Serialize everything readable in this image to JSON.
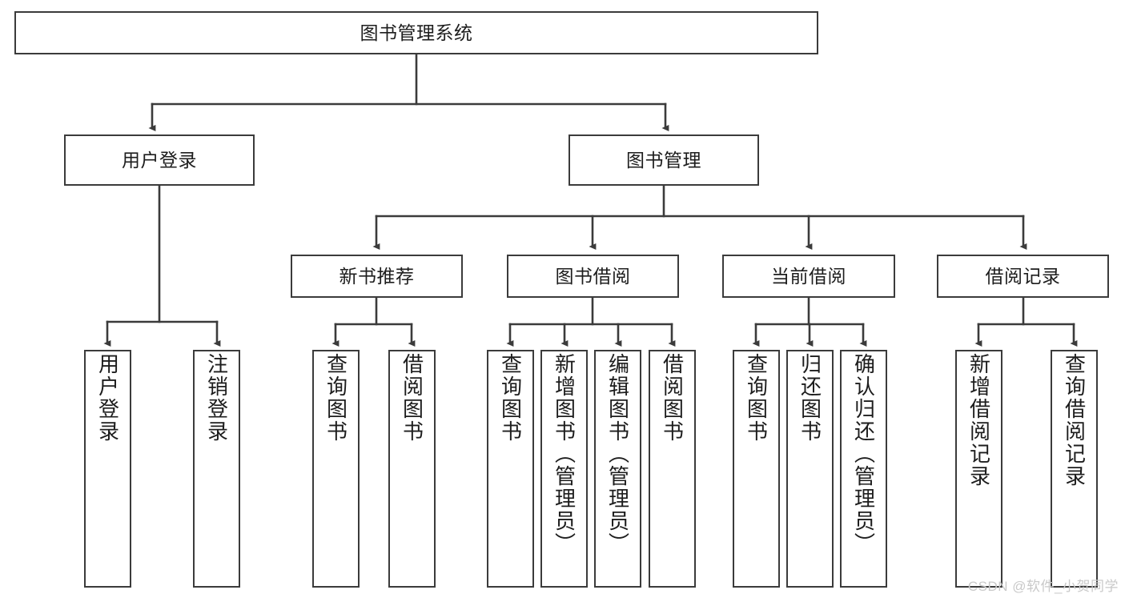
{
  "diagram": {
    "title": "图书管理系统",
    "type": "tree-hierarchy",
    "watermark": "CSDN @软件_小贺同学",
    "line_color": "#3b3b3b",
    "text_color": "#1d1d1d",
    "background": "#ffffff",
    "root": {
      "label": "图书管理系统"
    },
    "level2": [
      {
        "label": "用户登录"
      },
      {
        "label": "图书管理"
      }
    ],
    "level3": [
      {
        "label": "新书推荐"
      },
      {
        "label": "图书借阅"
      },
      {
        "label": "当前借阅"
      },
      {
        "label": "借阅记录"
      }
    ],
    "leaves": {
      "user_login": [
        {
          "label": "用户登录"
        },
        {
          "label": "注销登录"
        }
      ],
      "new_book_recommend": [
        {
          "label": "查询图书"
        },
        {
          "label": "借阅图书"
        }
      ],
      "book_borrow": [
        {
          "label": "查询图书"
        },
        {
          "label": "新增图书（管理员）"
        },
        {
          "label": "编辑图书（管理员）"
        },
        {
          "label": "借阅图书"
        }
      ],
      "current_borrow": [
        {
          "label": "查询图书"
        },
        {
          "label": "归还图书"
        },
        {
          "label": "确认归还（管理员）"
        }
      ],
      "borrow_record": [
        {
          "label": "新增借阅记录"
        },
        {
          "label": "查询借阅记录"
        }
      ]
    }
  }
}
